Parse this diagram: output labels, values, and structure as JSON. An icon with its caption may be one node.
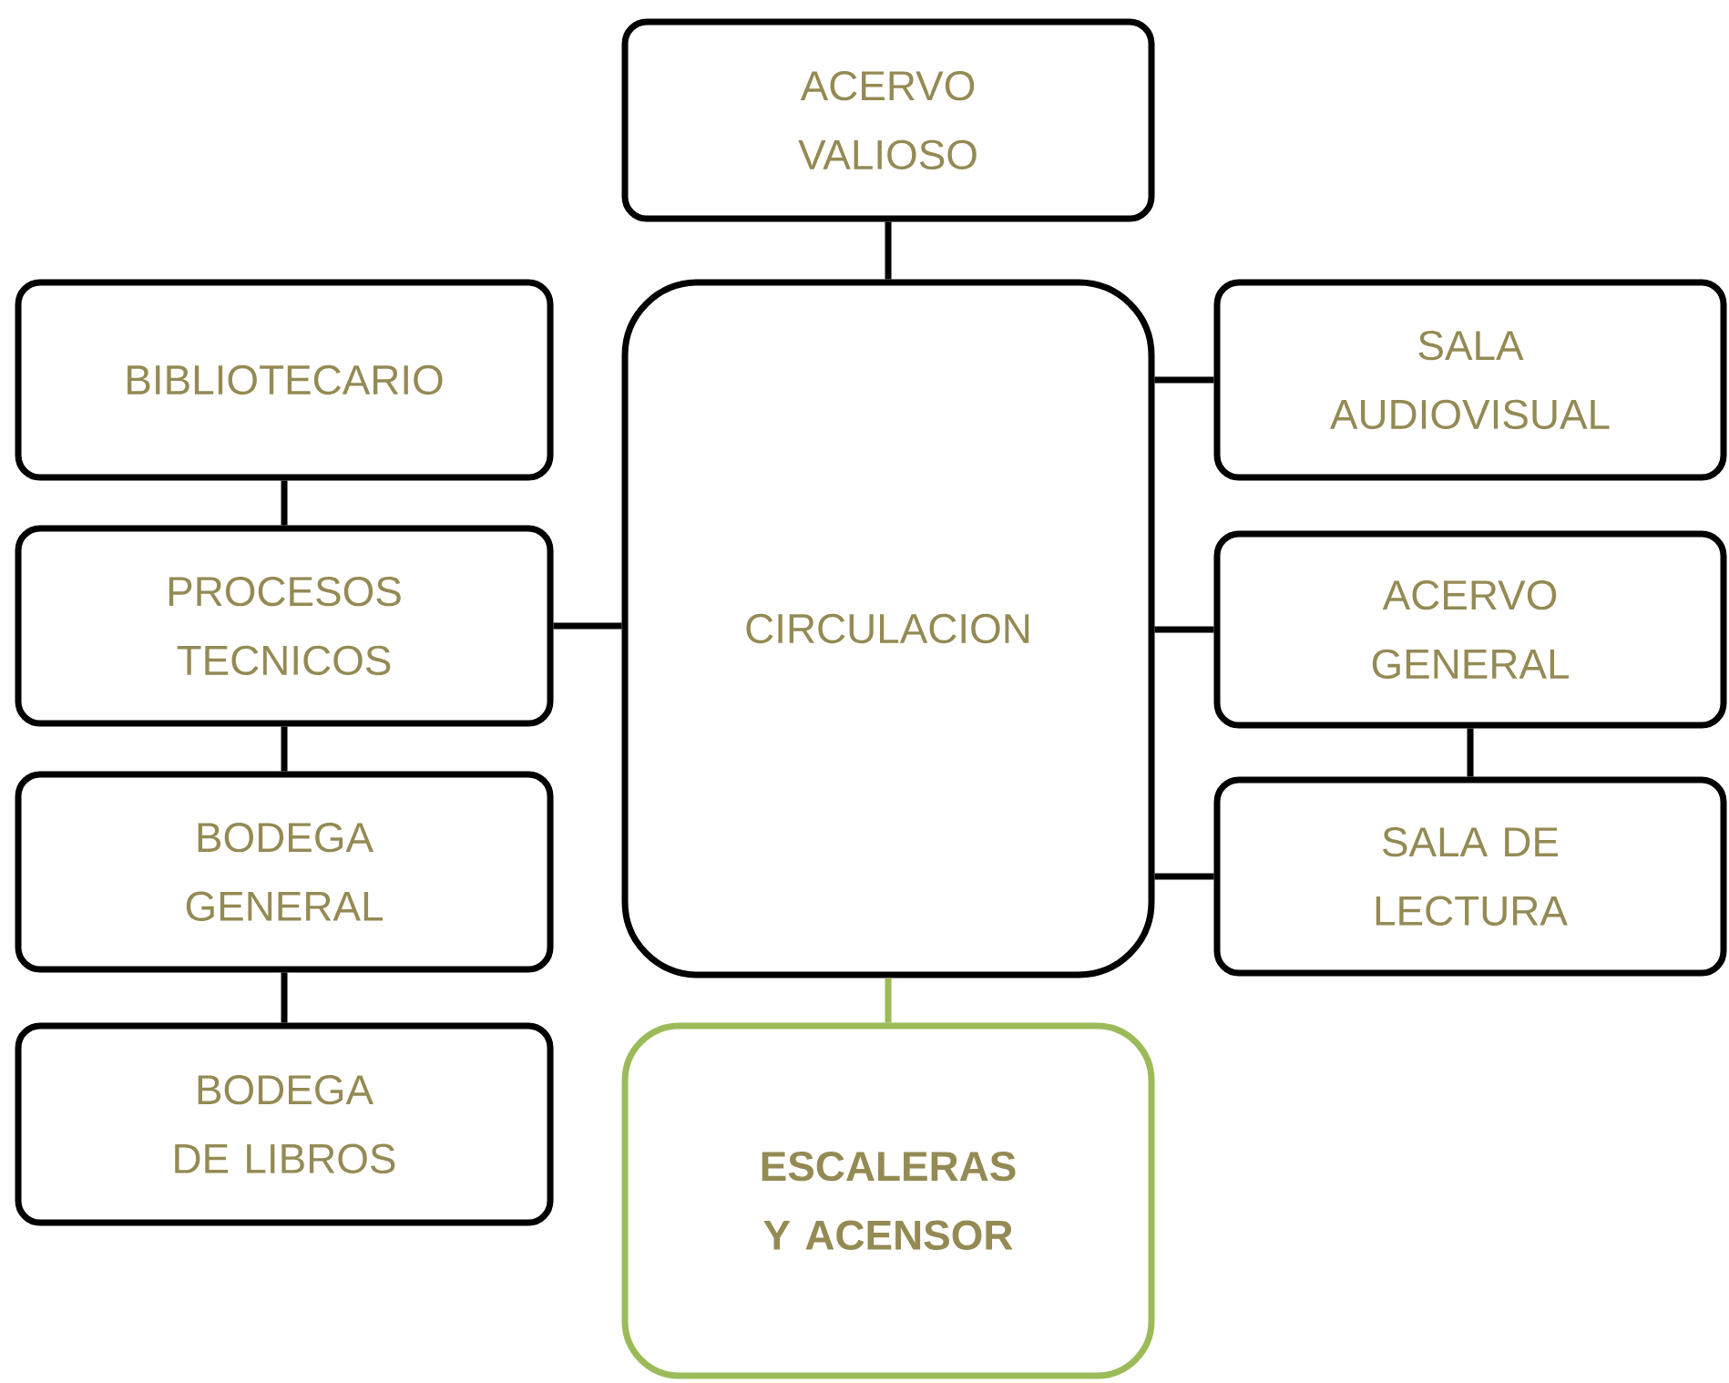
{
  "diagram": {
    "nodes": [
      {
        "text": [
          "ACERVO VALIOSO"
        ]
      },
      {
        "text": [
          "BIBLIOTECARIO"
        ]
      },
      {
        "text": [
          "CIRCULACION"
        ]
      },
      {
        "text": [
          "SALA AUDIOVISUAL"
        ]
      },
      {
        "text": [
          "PROCESOS TECNICOS"
        ]
      },
      {
        "text": [
          "ACERVO GENERAL"
        ]
      },
      {
        "text": [
          "BODEGA GENERAL"
        ]
      },
      {
        "text": [
          "SALA DE LECTURA"
        ]
      },
      {
        "text": [
          "BODEGA DE LIBROS"
        ]
      },
      {
        "text": [
          "ESCALERAS Y ACENSOR"
        ]
      }
    ],
    "edges": [
      {
        "from": 0,
        "to": 2,
        "arrow": "none"
      },
      {
        "from": 1,
        "to": 4,
        "arrow": "none"
      },
      {
        "from": 4,
        "to": 2,
        "arrow": "none"
      },
      {
        "from": 4,
        "to": 6,
        "arrow": "none"
      },
      {
        "from": 6,
        "to": 8,
        "arrow": "none"
      },
      {
        "from": 2,
        "to": 3,
        "arrow": "none"
      },
      {
        "from": 2,
        "to": 5,
        "arrow": "none"
      },
      {
        "from": 5,
        "to": 7,
        "arrow": "none"
      },
      {
        "from": 2,
        "to": 7,
        "arrow": "none"
      },
      {
        "from": 2,
        "to": 9,
        "arrow": "none",
        "color": "#9bbb59"
      }
    ]
  }
}
